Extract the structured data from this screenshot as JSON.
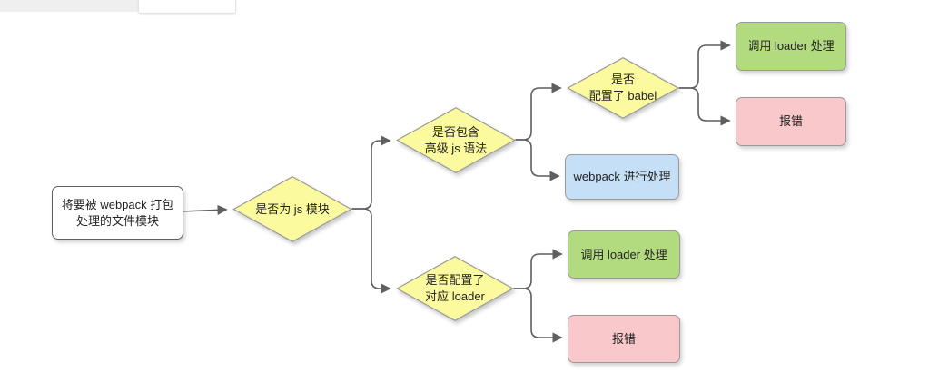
{
  "diagram": {
    "nodes": {
      "start": {
        "label": "将要被 webpack 打包\n处理的文件模块",
        "type": "process"
      },
      "is_js_module": {
        "label": "是否为 js 模块",
        "type": "decision"
      },
      "has_advanced_syntax": {
        "label": "是否包含\n高级 js 语法",
        "type": "decision"
      },
      "babel_configured": {
        "label": "是否\n配置了 babel",
        "type": "decision"
      },
      "call_loader_top": {
        "label": "调用 loader 处理",
        "type": "success"
      },
      "error_top": {
        "label": "报错",
        "type": "error"
      },
      "webpack_process": {
        "label": "webpack 进行处理",
        "type": "info"
      },
      "loader_configured": {
        "label": "是否配置了\n对应 loader",
        "type": "decision"
      },
      "call_loader_bottom": {
        "label": "调用 loader 处理",
        "type": "success"
      },
      "error_bottom": {
        "label": "报错",
        "type": "error"
      }
    },
    "edges": [
      {
        "from": "start",
        "to": "is_js_module"
      },
      {
        "from": "is_js_module",
        "to": "has_advanced_syntax"
      },
      {
        "from": "is_js_module",
        "to": "loader_configured"
      },
      {
        "from": "has_advanced_syntax",
        "to": "babel_configured"
      },
      {
        "from": "has_advanced_syntax",
        "to": "webpack_process"
      },
      {
        "from": "babel_configured",
        "to": "call_loader_top"
      },
      {
        "from": "babel_configured",
        "to": "error_top"
      },
      {
        "from": "loader_configured",
        "to": "call_loader_bottom"
      },
      {
        "from": "loader_configured",
        "to": "error_bottom"
      }
    ],
    "colors": {
      "decision_fill": "#fcfa9e",
      "decision_border": "#9a9a9a",
      "process_fill": "#ffffff",
      "process_border": "#606060",
      "success_fill": "#b2da7e",
      "error_fill": "#f8c8cb",
      "info_fill": "#c5e0f6",
      "connector": "#5f5f5f"
    }
  }
}
